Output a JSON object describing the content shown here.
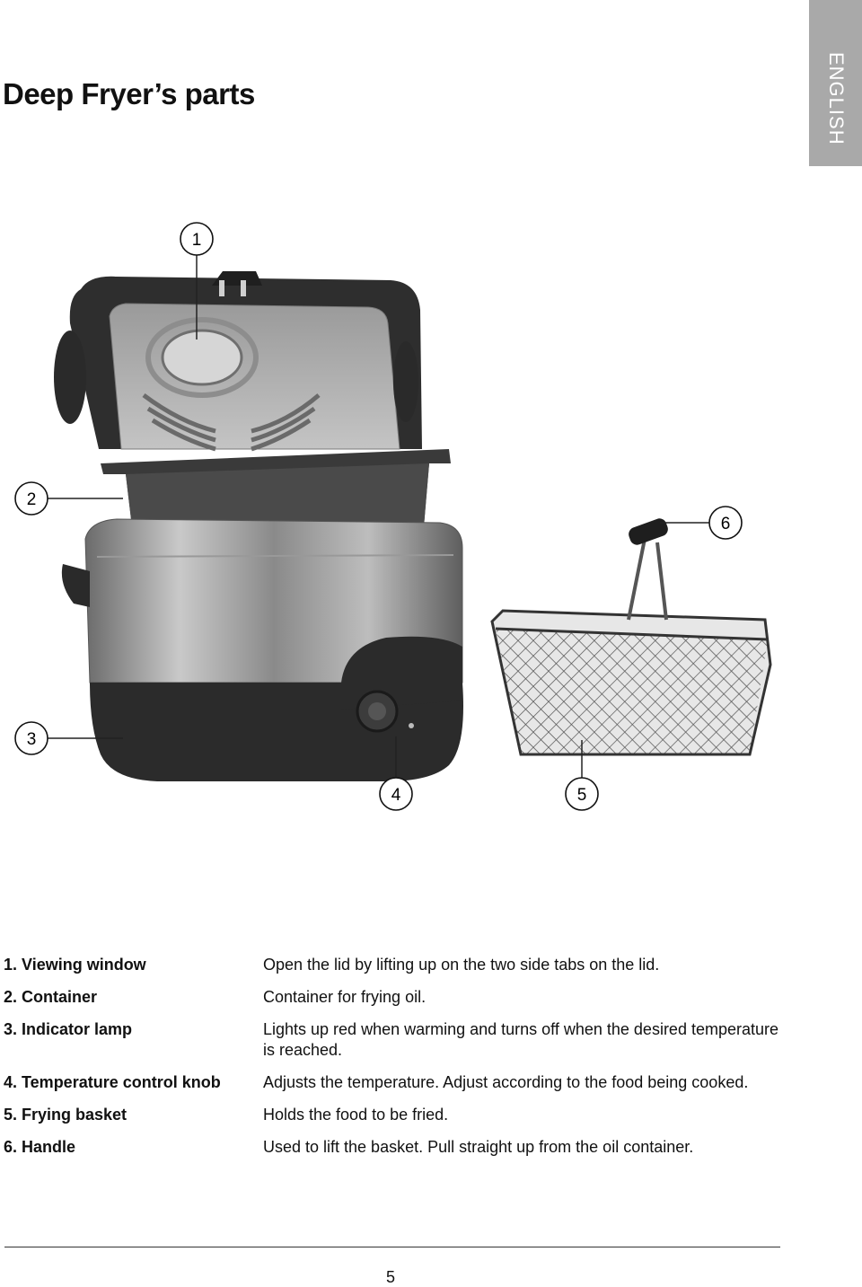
{
  "language_tab": "ENGLISH",
  "title": "Deep Fryer’s parts",
  "callouts": [
    "1",
    "2",
    "3",
    "4",
    "5",
    "6"
  ],
  "parts": [
    {
      "name": "1. Viewing window",
      "description": "Open the lid by lifting up on the two side tabs on the lid."
    },
    {
      "name": "2. Container",
      "description": "Container for frying oil."
    },
    {
      "name": "3. Indicator lamp",
      "description": "Lights up red when warming and turns off when the desired temperature is reached."
    },
    {
      "name": "4. Temperature control knob",
      "description": "Adjusts the temperature. Adjust according to the food being cooked."
    },
    {
      "name": "5. Frying basket",
      "description": "Holds the food to be fried."
    },
    {
      "name": "6. Handle",
      "description": "Used to lift the basket. Pull straight up from the oil container."
    }
  ],
  "page_number": "5"
}
